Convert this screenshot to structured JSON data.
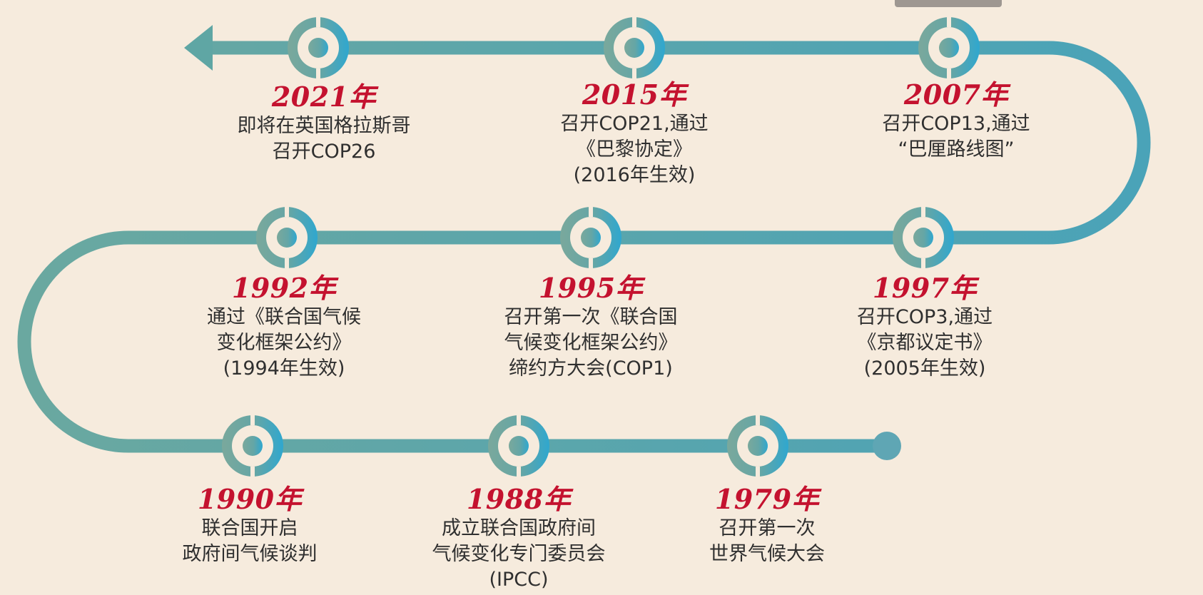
{
  "colors": {
    "background": "#f6ebdd",
    "path": "#5fa6a4",
    "path_accent": "#3aa6c4",
    "year": "#c4122f",
    "text": "#2f2f2f"
  },
  "path_end_icons": {
    "start": "dot",
    "end": "arrow-left-icon"
  },
  "milestones": [
    {
      "year": "1979年",
      "lines": [
        "召开第一次",
        "世界气候大会"
      ]
    },
    {
      "year": "1988年",
      "lines": [
        "成立联合国政府间",
        "气候变化专门委员会",
        "(IPCC)"
      ]
    },
    {
      "year": "1990年",
      "lines": [
        "联合国开启",
        "政府间气候谈判"
      ]
    },
    {
      "year": "1992年",
      "lines": [
        "通过《联合国气候",
        "变化框架公约》",
        "(1994年生效)"
      ]
    },
    {
      "year": "1995年",
      "lines": [
        "召开第一次《联合国",
        "气候变化框架公约》",
        "缔约方大会(COP1)"
      ]
    },
    {
      "year": "1997年",
      "lines": [
        "召开COP3,通过",
        "《京都议定书》",
        "(2005年生效)"
      ]
    },
    {
      "year": "2007年",
      "lines": [
        "召开COP13,通过",
        "“巴厘路线图”"
      ]
    },
    {
      "year": "2015年",
      "lines": [
        "召开COP21,通过",
        "《巴黎协定》",
        "(2016年生效)"
      ]
    },
    {
      "year": "2021年",
      "lines": [
        "即将在英国格拉斯哥",
        "召开COP26"
      ]
    }
  ]
}
